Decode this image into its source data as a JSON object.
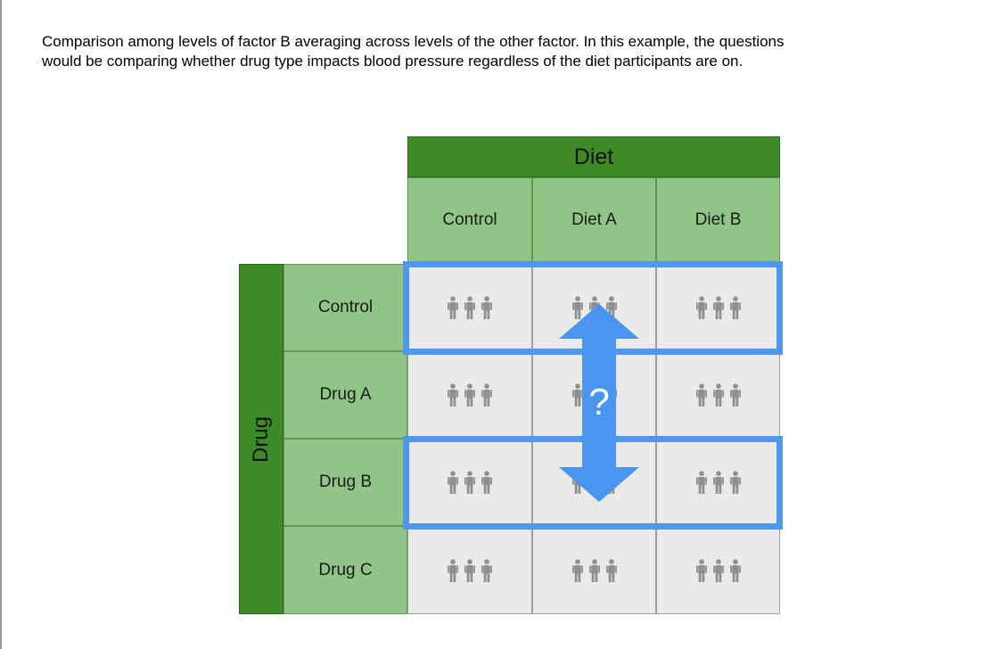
{
  "caption": {
    "line1": "Comparison among levels of factor B averaging across levels of the other factor. In this example, the questions",
    "line2": "would be comparing whether drug type impacts blood pressure regardless of the diet participants are on."
  },
  "diet": {
    "title": "Diet",
    "levels": [
      "Control",
      "Diet A",
      "Diet B"
    ]
  },
  "drug": {
    "title": "Drug",
    "levels": [
      "Control",
      "Drug A",
      "Drug B",
      "Drug C"
    ]
  },
  "comparison": {
    "symbol": "?",
    "highlighted_rows": [
      "Control",
      "Drug B"
    ]
  },
  "colors": {
    "header_dark": "#3e8a26",
    "header_light": "#90c587",
    "cell": "#eaeaea",
    "highlight": "#4f97ef",
    "person": "#8f8f8f"
  },
  "icons": {
    "participant": "person-icon"
  }
}
